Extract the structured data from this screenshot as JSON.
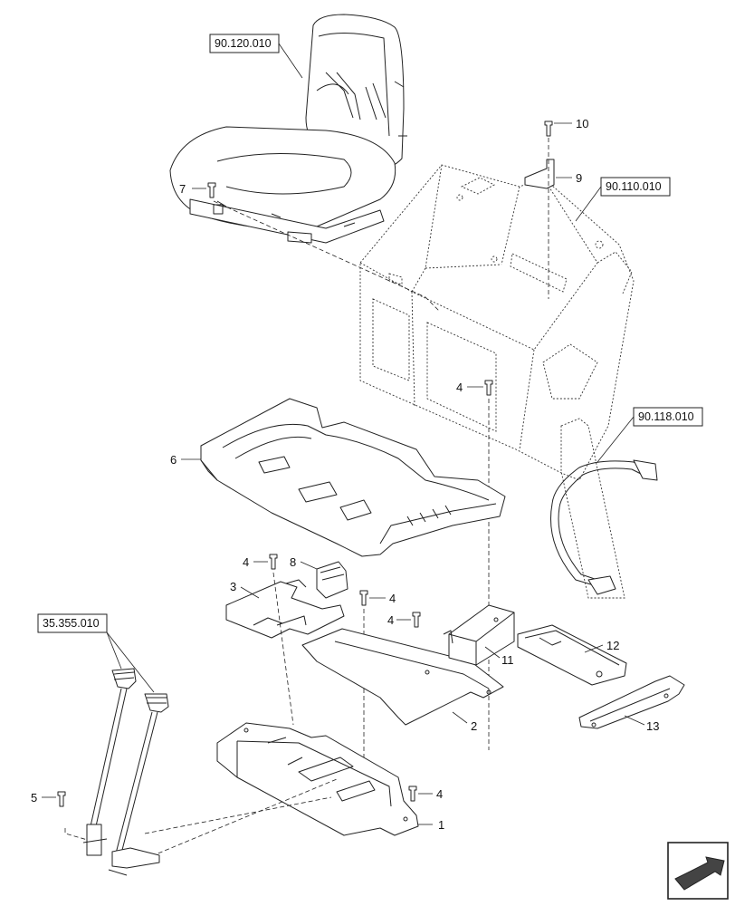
{
  "references": {
    "seat": "90.120.010",
    "frame": "90.110.010",
    "handrail": "90.118.010",
    "pedals": "35.355.010"
  },
  "callouts": {
    "c1": "1",
    "c2": "2",
    "c3": "3",
    "c4a": "4",
    "c4b": "4",
    "c4c": "4",
    "c4d": "4",
    "c4e": "4",
    "c5": "5",
    "c6": "6",
    "c7": "7",
    "c8": "8",
    "c9": "9",
    "c10": "10",
    "c11": "11",
    "c12": "12",
    "c13": "13"
  }
}
